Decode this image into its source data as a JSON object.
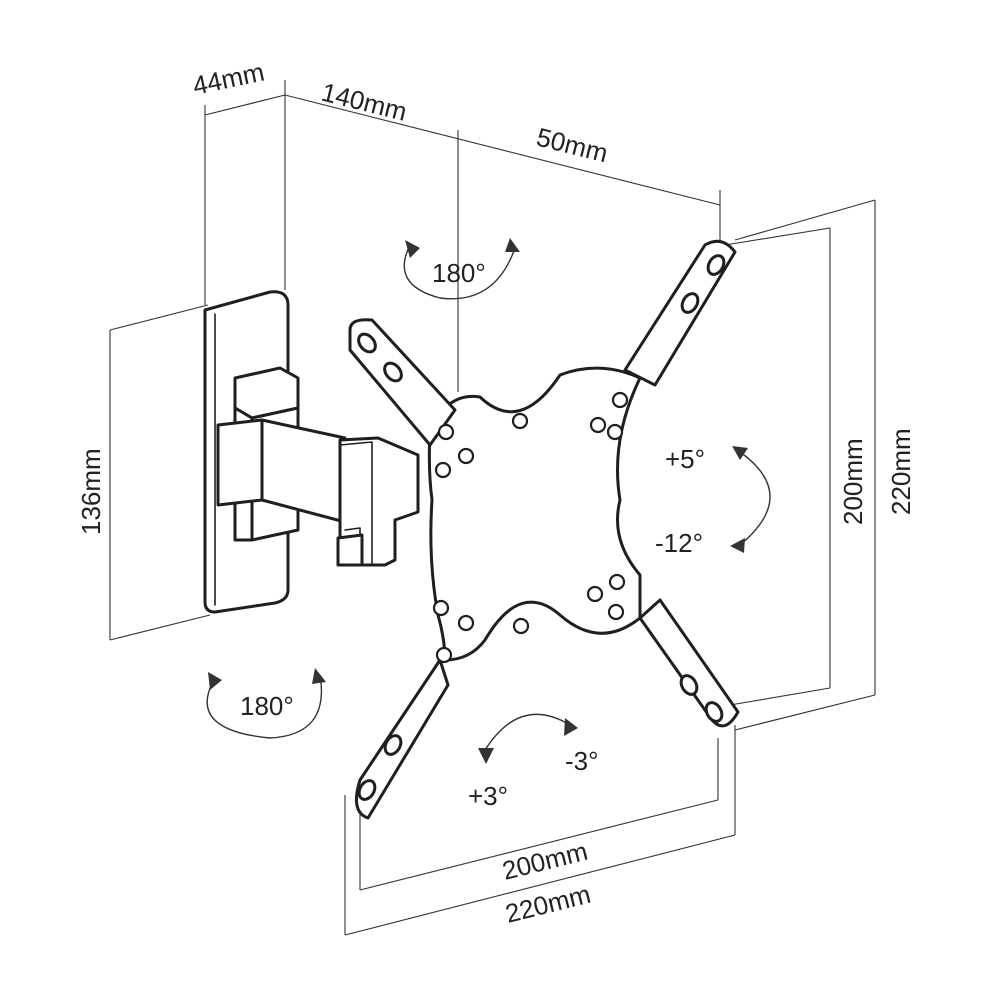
{
  "dimensions": {
    "wall_plate_depth": "44mm",
    "arm_extension": "140mm",
    "arm_offset": "50mm",
    "wall_plate_height": "136mm",
    "vesa_vertical_inner": "200mm",
    "vesa_vertical_outer": "220mm",
    "vesa_horizontal_inner": "200mm",
    "vesa_horizontal_outer": "220mm"
  },
  "rotations": {
    "swivel_top": "180°",
    "swivel_bottom": "180°",
    "tilt_up": "+5°",
    "tilt_down": "-12°",
    "level_plus": "+3°",
    "level_minus": "-3°"
  },
  "colors": {
    "line": "#1f1f1f",
    "background": "#ffffff"
  }
}
